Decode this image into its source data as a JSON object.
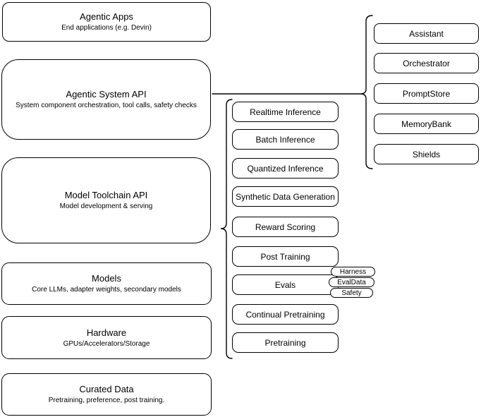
{
  "diagram": {
    "left_stack": [
      {
        "title": "Agentic Apps",
        "subtitle": "End applications (e.g. Devin)"
      },
      {
        "title": "Agentic System API",
        "subtitle": "System component orchestration, tool calls, safety checks"
      },
      {
        "title": "Model Toolchain API",
        "subtitle": "Model development & serving"
      },
      {
        "title": "Models",
        "subtitle": "Core LLMs, adapter weights, secondary models"
      },
      {
        "title": "Hardware",
        "subtitle": "GPUs/Accelerators/Storage"
      },
      {
        "title": "Curated Data",
        "subtitle": "Pretraining, preference, post training."
      }
    ],
    "toolchain_items": [
      "Realtime Inference",
      "Batch Inference",
      "Quantized Inference",
      "Synthetic Data Generation",
      "Reward Scoring",
      "Post Training",
      "Evals",
      "Continual Pretraining",
      "Pretraining"
    ],
    "eval_tags": [
      "Harness",
      "EvalData",
      "Safety"
    ],
    "system_components": [
      "Assistant",
      "Orchestrator",
      "PromptStore",
      "MemoryBank",
      "Shields"
    ],
    "colors": {
      "stroke": "#000000",
      "fill": "#ffffff",
      "text": "#000000"
    }
  }
}
